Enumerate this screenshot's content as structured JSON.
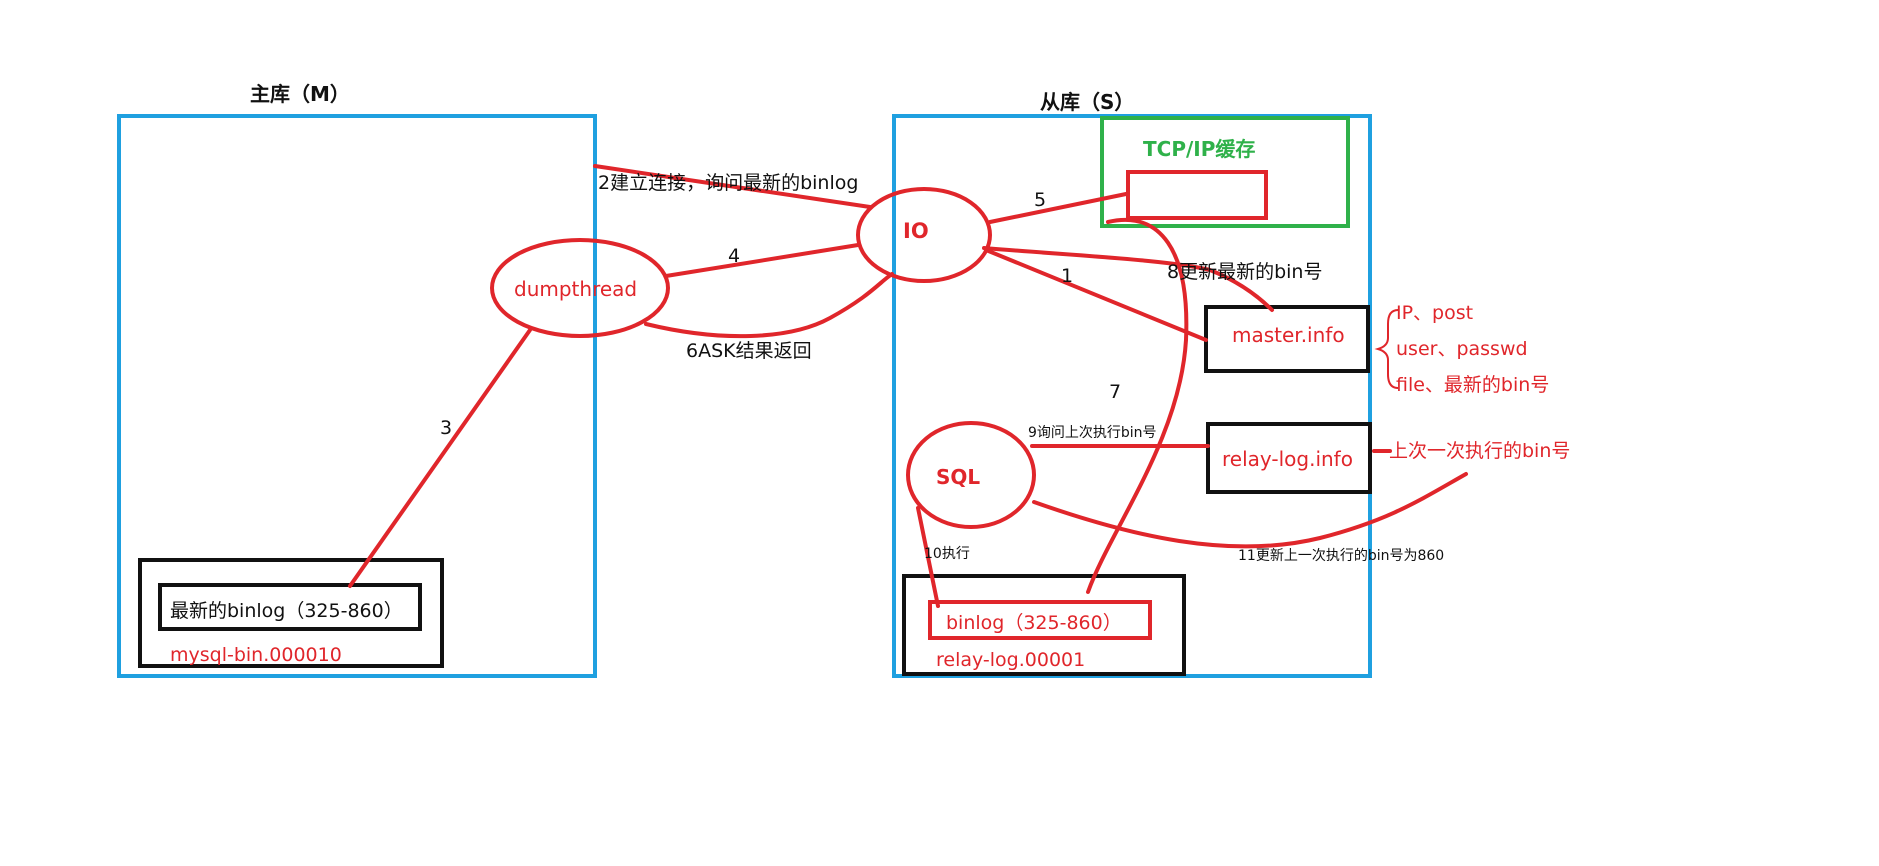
{
  "master": {
    "title": "主库（M）",
    "binlog_box": "最新的binlog（325-860）",
    "binlog_file": "mysql-bin.000010"
  },
  "slave": {
    "title": "从库（S）",
    "tcp_cache": "TCP/IP缓存",
    "master_info": "master.info",
    "relay_log_info": "relay-log.info",
    "relay_binlog": "binlog（325-860）",
    "relay_file": "relay-log.00001"
  },
  "threads": {
    "dump": "dumpthread",
    "io": "IO",
    "sql": "SQL"
  },
  "steps": {
    "s1": "1",
    "s2": "2建立连接，询问最新的binlog",
    "s3": "3",
    "s4": "4",
    "s5": "5",
    "s6": "6ASK结果返回",
    "s7": "7",
    "s8": "8更新最新的bin号",
    "s9": "9询问上次执行bin号",
    "s10": "10执行",
    "s11": "11更新上一次执行的bin号为860"
  },
  "notes": {
    "master_info_1": "IP、post",
    "master_info_2": "user、passwd",
    "master_info_3": "file、最新的bin号",
    "relay_info": "上次一次执行的bin号"
  },
  "colors": {
    "blue": "#1fa0e0",
    "red": "#e0262b",
    "green": "#2fb14a",
    "black": "#111111"
  }
}
